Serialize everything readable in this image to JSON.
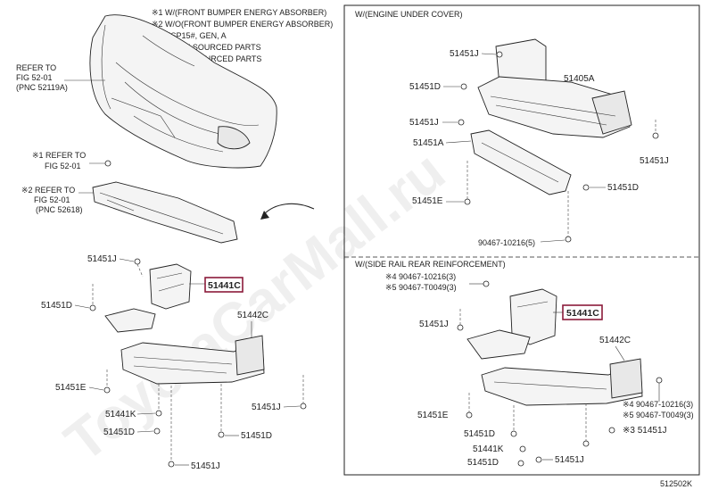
{
  "notes": {
    "n1": "※1 W/(FRONT BUMPER ENERGY ABSORBER)",
    "n2": "※2 W/O(FRONT BUMPER ENERGY ABSORBER)",
    "n3": "※3 NSP15#, GEN, A",
    "n4": "※4 JAPAN SOURCED PARTS",
    "n5": "※5 LOCAL SOURCED PARTS"
  },
  "refs": {
    "refer_a_1": "REFER TO",
    "refer_a_2": "FIG 52-01",
    "refer_a_3": "(PNC 52119A)",
    "refer_b_1": "※1 REFER TO",
    "refer_b_2": "FIG 52-01",
    "refer_c_1": "※2 REFER TO",
    "refer_c_2": "FIG 52-01",
    "refer_c_3": "(PNC 52618)"
  },
  "inset_top": {
    "title": "W/(ENGINE UNDER COVER)",
    "labels": {
      "l51451J_a": "51451J",
      "l51451D_a": "51451D",
      "l51405A": "51405A",
      "l51451J_b": "51451J",
      "l51451A": "51451A",
      "l51451J_c": "51451J",
      "l51451D_b": "51451D",
      "l51451E": "51451E",
      "l90467": "90467-10216(5)"
    }
  },
  "inset_bottom": {
    "title": "W/(SIDE RAIL REAR REINFORCEMENT)",
    "labels": {
      "n4a": "※4 90467-10216(3)",
      "n5a": "※5 90467-T0049(3)",
      "l51441C": "51441C",
      "l51451J_a": "51451J",
      "l51442C": "51442C",
      "n4b": "※4 90467-10216(3)",
      "n5b": "※5 90467-T0049(3)",
      "l51451E": "51451E",
      "l51451J_n3": "※3 51451J",
      "l51451D": "51451D",
      "l51441K": "51441K",
      "l51451D_b": "51451D",
      "l51451J_b": "51451J"
    }
  },
  "main_labels": {
    "l51451J_a": "51451J",
    "l51441C": "51441C",
    "l51451D_a": "51451D",
    "l51442C": "51442C",
    "l51451E": "51451E",
    "l51451J_b": "51451J",
    "l51441K": "51441K",
    "l51451D_b": "51451D",
    "l51451D_c": "51451D",
    "l51451J_c": "51451J"
  },
  "watermark": "ToyotaCarMall.ru",
  "figure_id": "512502K",
  "colors": {
    "highlight": "#8b1a3a",
    "line": "#222222"
  }
}
